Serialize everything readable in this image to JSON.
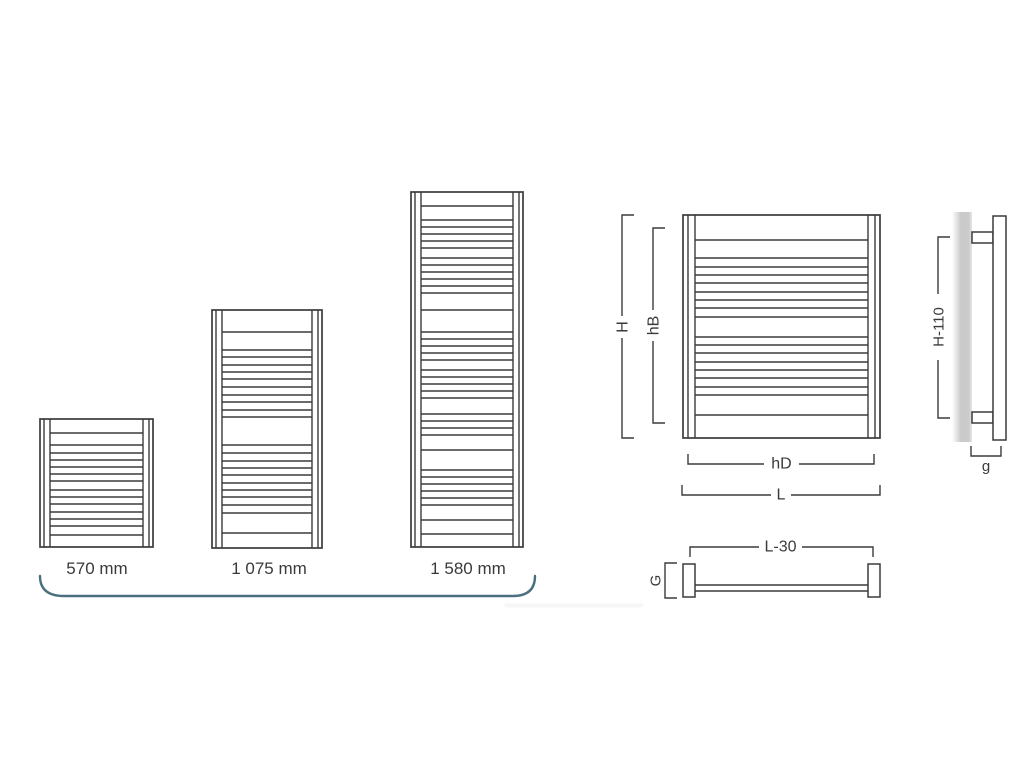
{
  "canvas": {
    "background": "#ffffff",
    "line_color": "#3b3b3b",
    "accent_color": "#4a7080"
  },
  "size_chart": {
    "items": [
      {
        "id": "small",
        "label": "570 mm"
      },
      {
        "id": "medium",
        "label": "1 075 mm"
      },
      {
        "id": "large",
        "label": "1 580 mm"
      }
    ]
  },
  "front_view": {
    "height_label": "H",
    "rail_height_label": "hB",
    "axis_width_label": "hD",
    "width_label": "L"
  },
  "side_view": {
    "mount_height_label": "H-110",
    "wall_gap_label": "g"
  },
  "top_view": {
    "width_label": "L-30",
    "depth_label": "G"
  }
}
